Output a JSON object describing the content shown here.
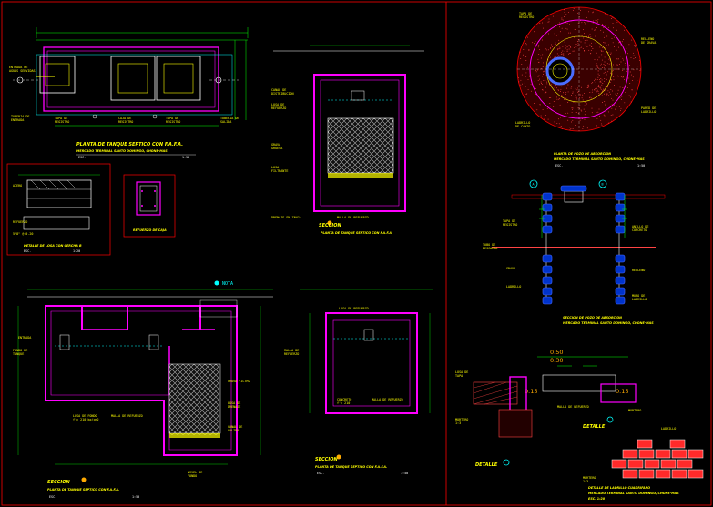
{
  "colors": {
    "background": "#000000",
    "frame": "#ff0000",
    "wall": "#ff00ff",
    "dimension": "#00ff00",
    "annotation": "#ffff00",
    "detail": "#ffffff",
    "water": "#00ffff",
    "brick": "#ff2a2a",
    "ring": "#4a6cff"
  },
  "titles": {
    "plan": {
      "line1": "PLANTA DE TANQUE SEPTICO CON F.A.F.A.",
      "line2": "MERCADO TERMINAL SANTO DOMINGO, CHONE-MAS",
      "scale": "ESC.",
      "num": "1:50"
    },
    "section1": {
      "tag": "SECCION",
      "line1": "PLANTA DE TANQUE SEPTICO CON F.A.F.A."
    },
    "section2": {
      "tag": "SECCION",
      "line1": "PLANTA DE TANQUE SEPTICO CON F.A.F.A.",
      "scale": "ESC.",
      "num": "1:50"
    },
    "section3": {
      "tag": "SECCION",
      "line1": "PLANTA DE TANQUE SEPTICO CON F.A.F.A.",
      "scale": "ESC.",
      "num": "1:50"
    },
    "pozo_plan": {
      "line1": "PLANTA DE POZO DE ABSORCION",
      "line2": "MERCADO TERMINAL SANTO DOMINGO, CHONE-MAS",
      "scale": "ESC.",
      "num": "1:50"
    },
    "pozo_section": {
      "line1": "SECCION DE POZO DE ABSORCION",
      "line2": "MERCADO TERMINAL SANTO DOMINGO, CHONE-MAS"
    },
    "losa": {
      "line1": "DETALLE DE LOSA CON CERCHA B",
      "scale": "ESC.",
      "num": "1:20"
    },
    "small": {
      "line1": "REFUERZO DE CAJA"
    },
    "ladrillo": {
      "line1": "DETALLE DE LADRILLO CUADRIFARO",
      "line2": "MERCADO TERMINAL SANTO DOMINGO, CHONE-MAS",
      "line3": "ESC. 1:20"
    },
    "detalle_a": {
      "label": "DETALLE",
      "tag": "A"
    },
    "detalle_b": {
      "label": "DETALLE",
      "tag": "B"
    },
    "nota": {
      "label": "NOTA"
    }
  },
  "dims": {
    "d1": "0.50",
    "d2": "0.30",
    "d3": "0.15",
    "d4": "0.15",
    "top_a": "A",
    "top_b": "B"
  }
}
